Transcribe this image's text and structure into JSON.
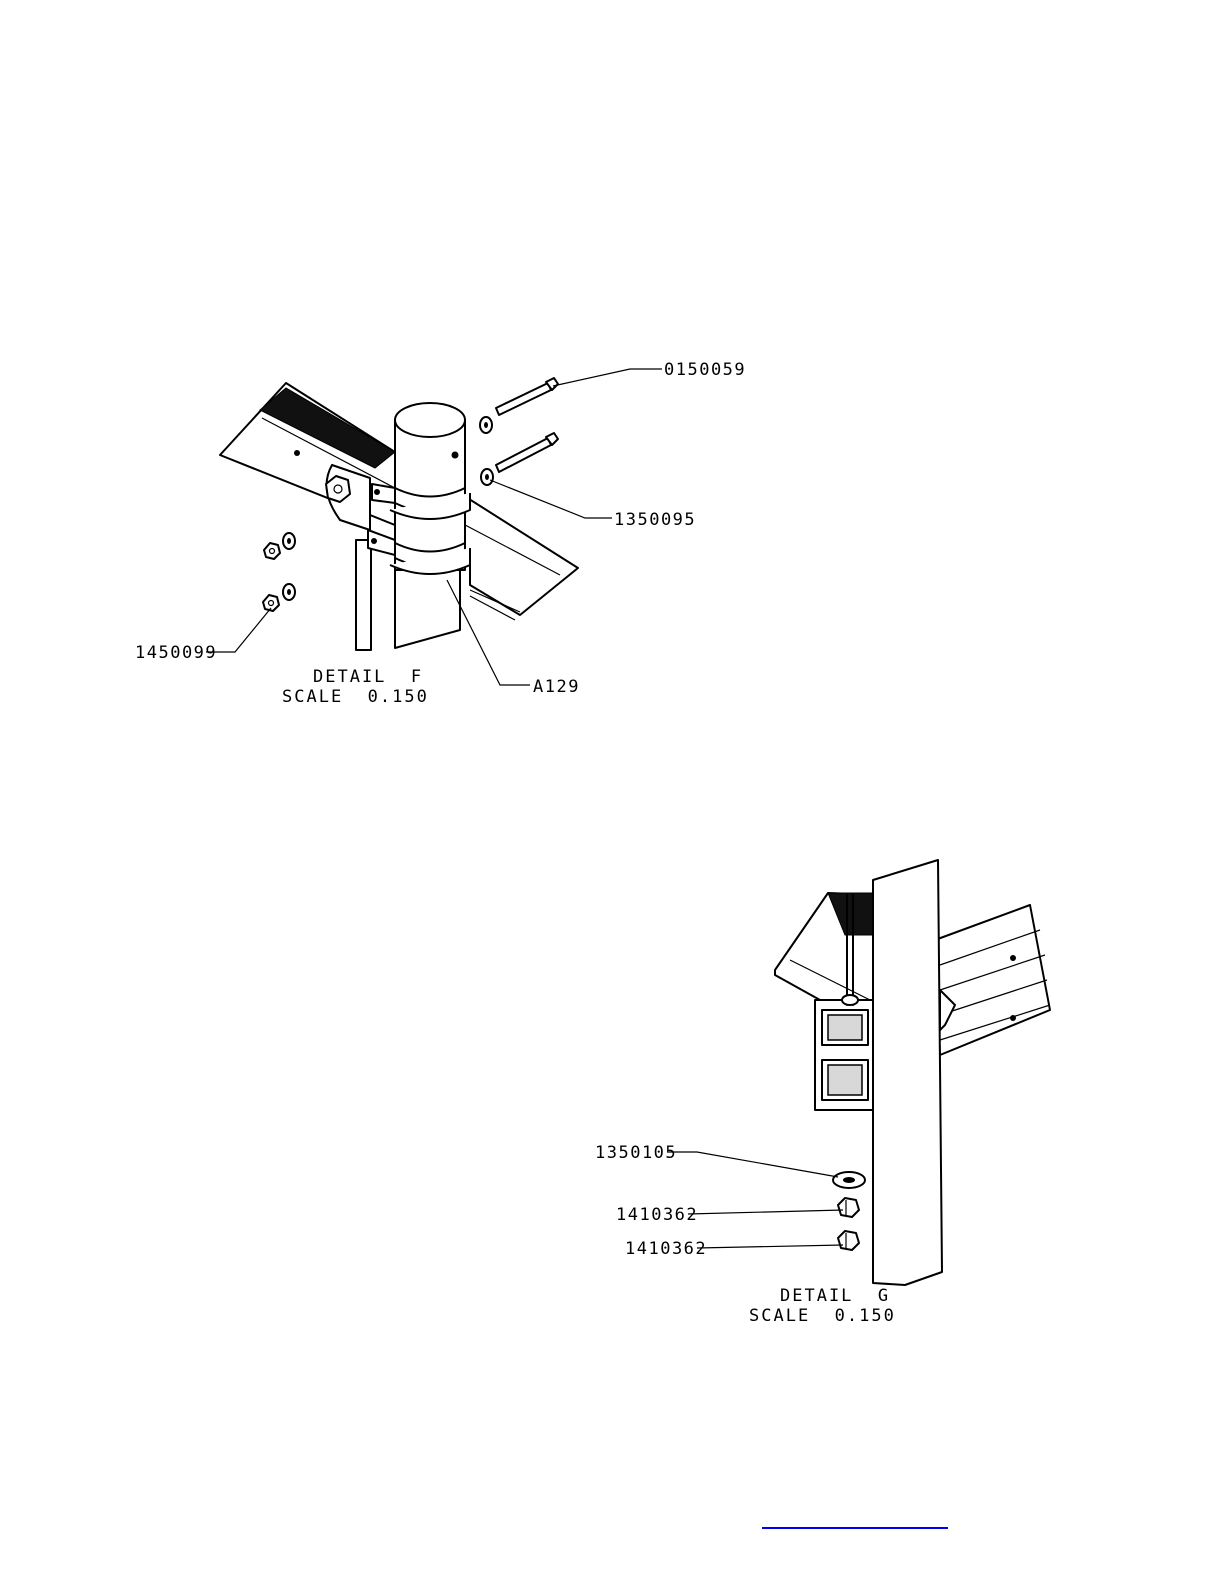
{
  "detail_f": {
    "callouts": {
      "bolt": "0150059",
      "washer": "1350095",
      "nut": "1450099",
      "clamp": "A129"
    },
    "caption_line1": "DETAIL  F",
    "caption_line2": "SCALE  0.150"
  },
  "detail_g": {
    "callouts": {
      "washer": "1350105",
      "nut_upper": "1410362",
      "nut_lower": "1410362"
    },
    "caption_line1": "DETAIL  G",
    "caption_line2": "SCALE  0.150"
  },
  "colors": {
    "ink": "#000000",
    "link": "#0000ee"
  }
}
